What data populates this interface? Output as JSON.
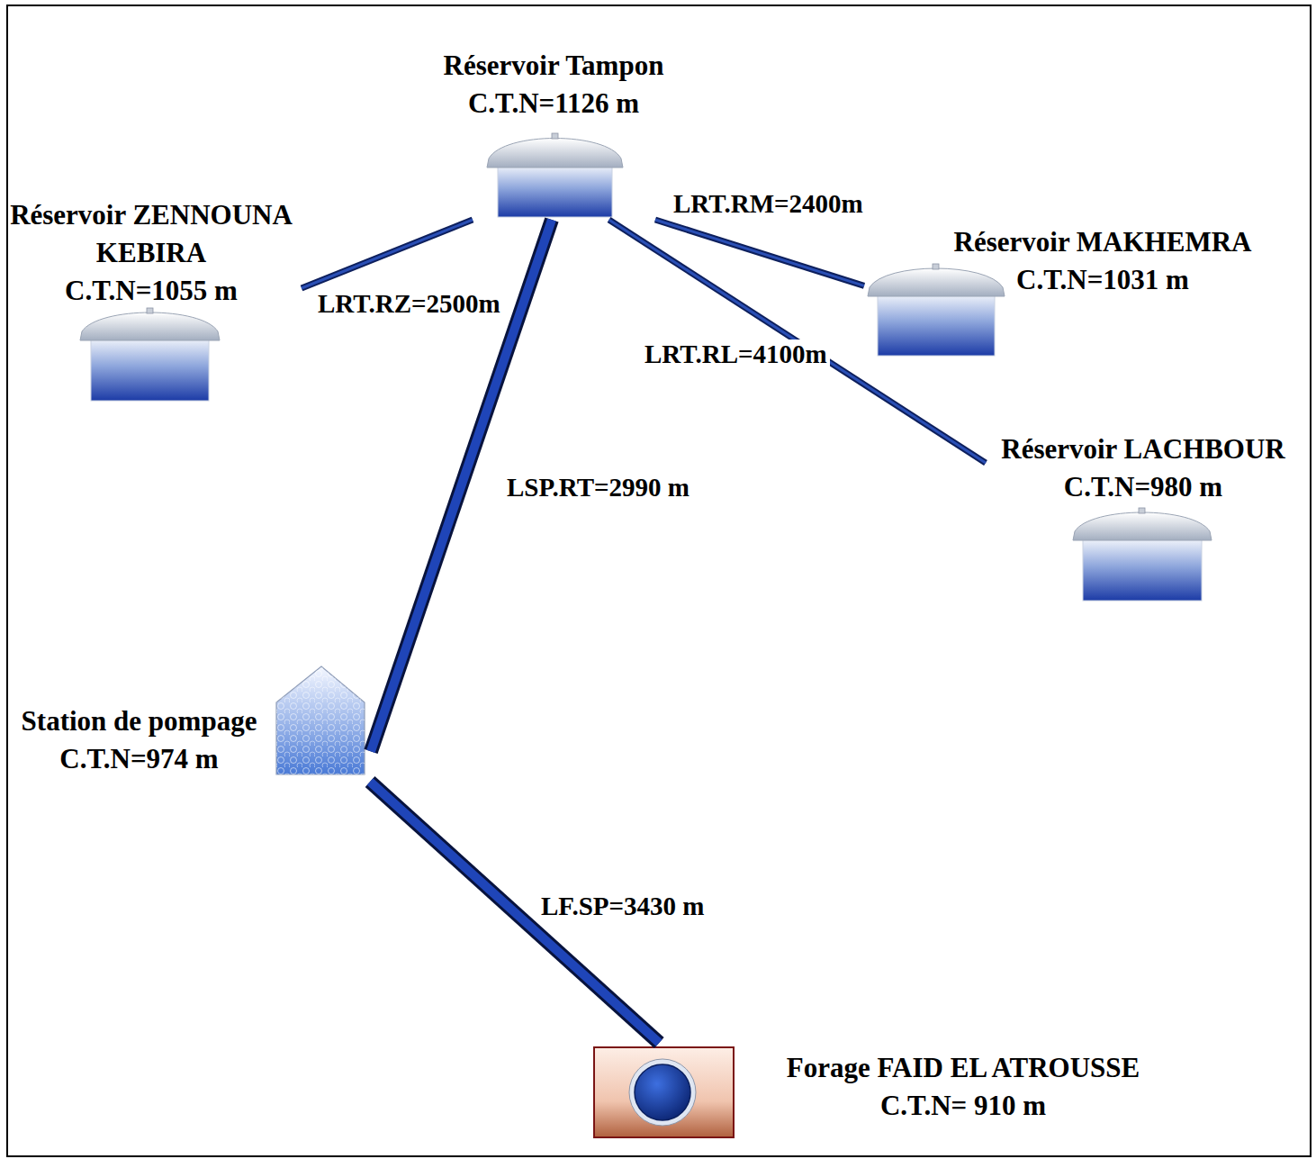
{
  "diagram": {
    "nodes": [
      {
        "text": [
          "Réservoir Tampon",
          "C.T.N=1126 m"
        ]
      },
      {
        "text": [
          "Réservoir ZENNOUNA KEBIRA",
          "C.T.N=1055 m"
        ]
      },
      {
        "text": [
          "Réservoir MAKHEMRA",
          "C.T.N=1031 m"
        ]
      },
      {
        "text": [
          "Réservoir LACHBOUR",
          "C.T.N=980 m"
        ]
      },
      {
        "text": [
          "Station de pompage",
          "C.T.N=974 m"
        ]
      },
      {
        "text": [
          "Forage FAID EL ATROUSSE",
          "C.T.N= 910 m"
        ]
      }
    ],
    "edges": [
      {
        "from": 0,
        "to": 1,
        "arrow": "none",
        "label": "LRT.RZ=2500m"
      },
      {
        "from": 0,
        "to": 2,
        "arrow": "none",
        "label": "LRT.RM=2400m"
      },
      {
        "from": 0,
        "to": 3,
        "arrow": "none",
        "label": "LRT.RL=4100m"
      },
      {
        "from": 4,
        "to": 0,
        "arrow": "none",
        "label": "LSP.RT=2990 m"
      },
      {
        "from": 5,
        "to": 4,
        "arrow": "none",
        "label": "LF.SP=3430 m"
      }
    ]
  }
}
